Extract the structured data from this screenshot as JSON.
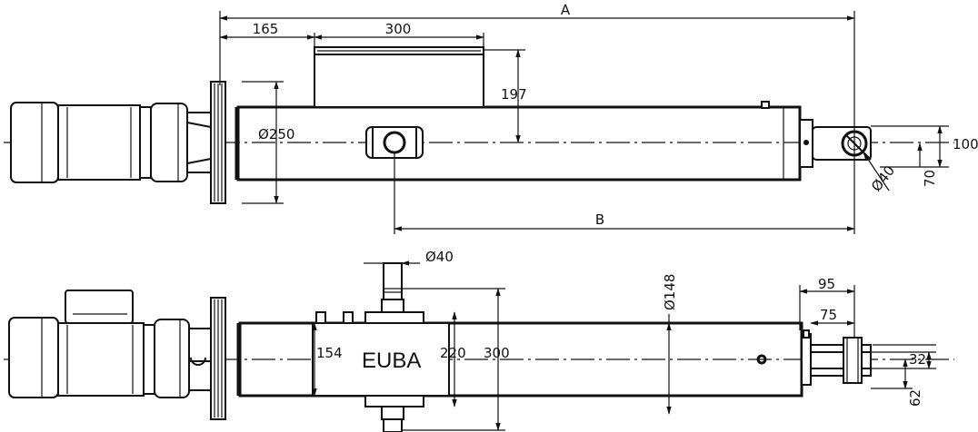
{
  "dimensions": {
    "overall_length": "A",
    "pivot_to_eye": "B",
    "flange_to_mount": "165",
    "motor_box_length": "300",
    "motor_box_height": "197",
    "tube_diameter": "Ø250",
    "eye_pin_diameter": "Ø40",
    "eye_height": "100",
    "eye_offset": "70",
    "trunnion_diameter": "Ø40",
    "block_inner": "154",
    "block_height": "220",
    "trunnion_span": "300",
    "rod_diameter": "Ø148",
    "clevis_length": "95",
    "clevis_slot": "75",
    "clevis_width": "32",
    "clevis_pin_offset": "62"
  },
  "brand": "EUBA"
}
